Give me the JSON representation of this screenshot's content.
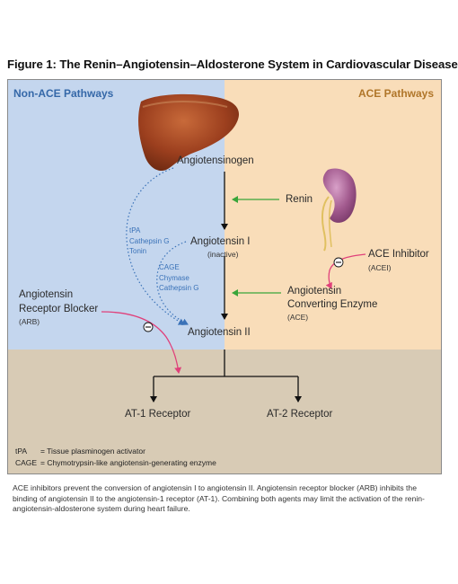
{
  "title": "Figure 1: The Renin–Angiotensin–Aldosterone System in Cardiovascular Disease",
  "panels": {
    "left_header": "Non-ACE Pathways",
    "right_header": "ACE Pathways"
  },
  "nodes": {
    "angiotensinogen": "Angiotensinogen",
    "renin": "Renin",
    "angiotensin1": "Angiotensin I",
    "angiotensin1_note": "(inactive)",
    "ace_inhibitor": "ACE Inhibitor",
    "ace_inhibitor_abbr": "(ACEI)",
    "ace_line1": "Angiotensin",
    "ace_line2": "Converting Enzyme",
    "ace_abbr": "(ACE)",
    "arb_line1": "Angiotensin",
    "arb_line2": "Receptor Blocker",
    "arb_abbr": "(ARB)",
    "angiotensin2": "Angiotensin II",
    "at1": "AT-1 Receptor",
    "at2": "AT-2 Receptor"
  },
  "enzymes_a": [
    "tPA",
    "Cathepsin G",
    "Tonin"
  ],
  "enzymes_b": [
    "CAGE",
    "Chymase",
    "Cathepsin G"
  ],
  "inhibit_symbol": "−",
  "legend": [
    {
      "abbr": "tPA",
      "def": "= Tissue plasminogen activator"
    },
    {
      "abbr": "CAGE",
      "def": "= Chymotrypsin-like angiotensin-generating enzyme"
    }
  ],
  "caption": "ACE inhibitors prevent the conversion of angiotensin I to angiotensin II. Angiotensin receptor blocker (ARB) inhibits the binding of angiotensin II to the angiotensin-1 receptor (AT-1). Combining both agents may limit the activation of the renin-angiotensin-aldosterone system during heart failure.",
  "colors": {
    "non_ace_panel": "#c4d6ee",
    "ace_panel": "#f9ddb9",
    "receptor_panel": "#d8cbb5",
    "stimulate_arrow": "#3aa53a",
    "inhibit_arrow": "#e0407a",
    "non_ace_path": "#3a72b8"
  },
  "icons": [
    "liver-icon",
    "kidney-icon"
  ]
}
